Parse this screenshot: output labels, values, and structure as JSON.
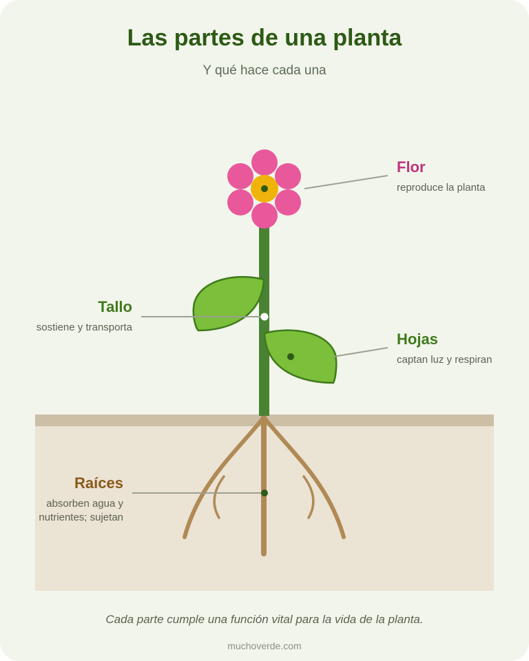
{
  "header": {
    "title": "Las partes de una planta",
    "subtitle": "Y qué hace cada una"
  },
  "parts": {
    "flor": {
      "title": "Flor",
      "desc": "reproduce la planta"
    },
    "tallo": {
      "title": "Tallo",
      "desc": "sostiene y transporta"
    },
    "hojas": {
      "title": "Hojas",
      "desc": "captan luz y respiran"
    },
    "raices": {
      "title": "Raíces",
      "desc_line1": "absorben agua y",
      "desc_line2": "nutrientes; sujetan"
    }
  },
  "footer": {
    "caption": "Cada parte cumple una función vital para la vida de la planta.",
    "source": "muchoverde.com"
  },
  "colors": {
    "flor": "#c0357e",
    "tallo": "#3f7a1c",
    "hojas": "#3f7a1c",
    "raices": "#8a5a1c",
    "petal": "#e8589b",
    "center": "#f0b30b",
    "stem": "#4a8234",
    "leaf": "#7bbf3a",
    "root": "#b08a55",
    "soil": "#ebe3d4",
    "soil_top": "#cdbfa6"
  }
}
